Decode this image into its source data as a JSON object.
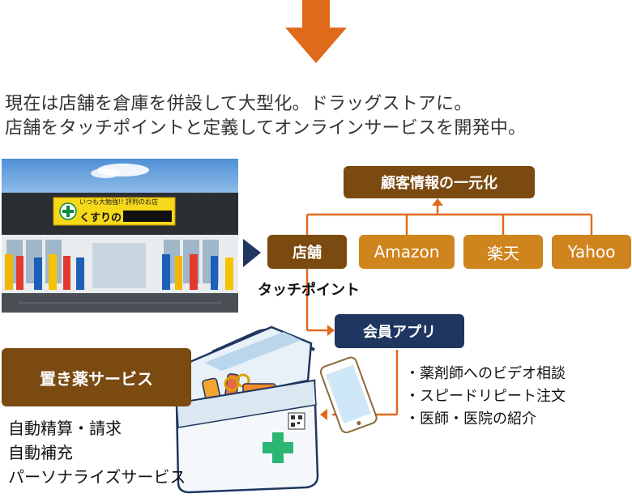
{
  "headline": {
    "line1": "現在は店舗を倉庫を併設して大型化。ドラッグストアに。",
    "line2": "店舗をタッチポイントと定義してオンラインサービスを開発中。"
  },
  "photo": {
    "sign_top": "いつも大勉強!! 評判のお店",
    "sign_main": "くすりの"
  },
  "diagram": {
    "crm_label": "顧客情報の一元化",
    "store_label": "店舗",
    "channels": [
      "Amazon",
      "楽天",
      "Yahoo"
    ],
    "touchpoint_label": "タッチポイント",
    "app_label": "会員アプリ",
    "app_features": [
      "・薬剤師へのビデオ相談",
      "・スピードリピート注文",
      "・医師・医院の紹介"
    ],
    "okigusuri_label": "置き薬サービス",
    "okigusuri_features": [
      "自動精算・請求",
      "自動補充",
      "パーソナライズサービス"
    ]
  },
  "colors": {
    "arrow_down": "#e06a1c",
    "brown_box": "#7a4a10",
    "orange_box": "#d0841e",
    "navy_box": "#1f3660",
    "connector": "#e06a1c",
    "triangle": "#1f3660"
  }
}
